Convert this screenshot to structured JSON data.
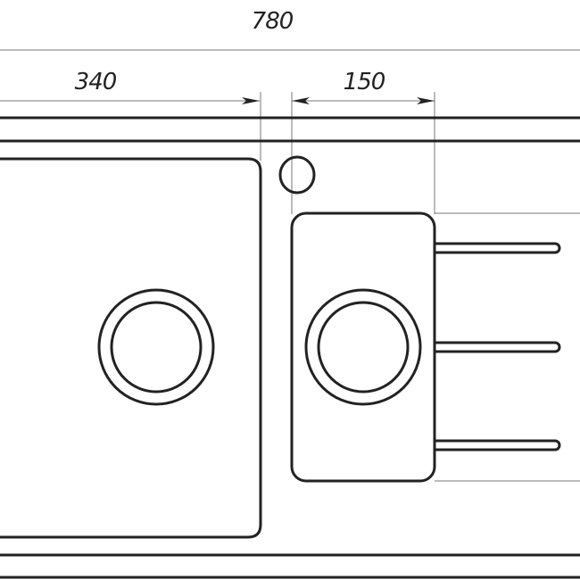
{
  "dimensions": {
    "overall_width": "780",
    "bowl_width": "340",
    "small_bowl_width": "150"
  },
  "colors": {
    "line": "#222222"
  }
}
